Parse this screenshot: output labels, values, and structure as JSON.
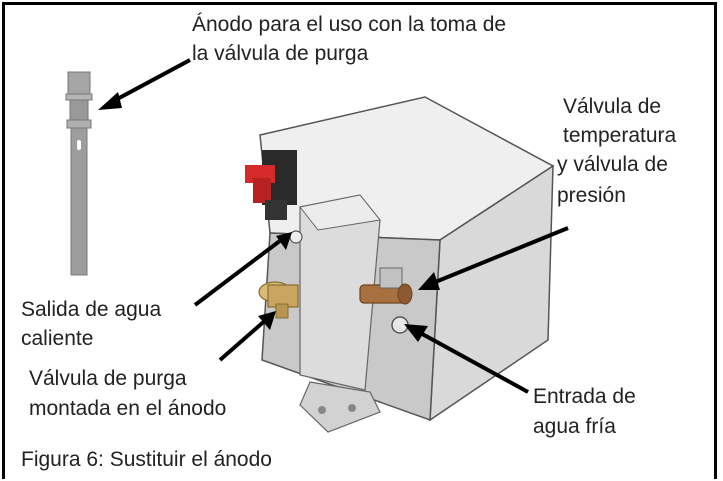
{
  "figure": {
    "caption": "Figura 6: Sustituir el ánodo"
  },
  "labels": {
    "anode_line1": "Ánodo para el uso con la toma de",
    "anode_line2": "la válvula de purga",
    "tp_valve_line1": "Válvula de",
    "tp_valve_line2": "temperatura",
    "tp_valve_line3": "y válvula de",
    "tp_valve_line4": "presión",
    "hot_outlet_line1": "Salida de agua",
    "hot_outlet_line2": "caliente",
    "drain_valve_line1": "Válvula de purga",
    "drain_valve_line2": "montada en el ánodo",
    "cold_inlet_line1": "Entrada de",
    "cold_inlet_line2": "agua fría"
  },
  "colors": {
    "frame": "#000000",
    "tank_top": "#eeeeee",
    "tank_front": "#cfcfcf",
    "tank_side": "#d8d8d8",
    "anode_rod": "#9a9a9a",
    "red_handle": "#d42a2a",
    "brass": "#c9a560",
    "copper": "#a8703e"
  }
}
